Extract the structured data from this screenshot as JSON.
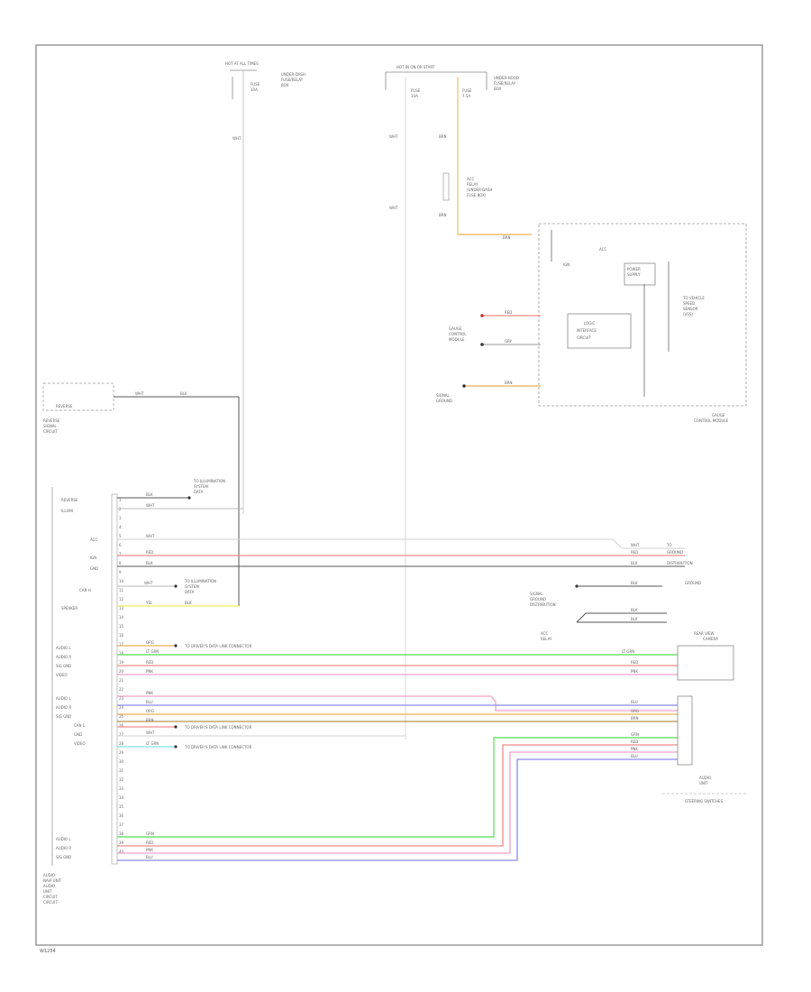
{
  "diagram": {
    "footer_code": "W1234",
    "labels": {
      "top_fuse1": "HOT AT ALL TIMES",
      "top_fuse1_a": "FUSE",
      "top_fuse1_b": "10A",
      "top_fuse1_desc1": "UNDER-DASH",
      "top_fuse1_desc2": "FUSE/RELAY",
      "top_fuse1_desc3": "BOX",
      "top_fuse2": "HOT IN ON OR START",
      "top_fuse2_a": "FUSE",
      "top_fuse2_b": "10A",
      "top_fuse2_c": "FUSE",
      "top_fuse2_d": "7.5A",
      "top_fuse2_desc1": "UNDER-HOOD",
      "top_fuse2_desc2": "FUSE/RELAY",
      "top_fuse2_desc3": "BOX",
      "relay_desc1": "ACC",
      "relay_desc2": "RELAY",
      "relay_desc3": "(UNDER-DASH",
      "relay_desc4": "FUSE BOX)",
      "wire_wht": "WHT",
      "wire_blu": "BLU",
      "wire_grn": "GRN",
      "wire_yel": "YEL",
      "wire_red": "RED",
      "wire_pnk": "PNK",
      "wire_brn": "BRN",
      "wire_gry": "GRY",
      "wire_ltgrn": "LT GRN",
      "wire_blk": "BLK",
      "wire_org": "ORG",
      "ctrl_unit1": "GAUGE",
      "ctrl_unit2": "CONTROL MODULE",
      "ctrl_a": "IGN",
      "ctrl_b": "ACC",
      "ctrl_c": "POWER",
      "ctrl_d": "SUPPLY",
      "ctrl_e": "LOGIC",
      "ctrl_f": "INTERFACE",
      "ctrl_g": "CIRCUIT",
      "ctrl_side1": "TO VEHICLE",
      "ctrl_side2": "SPEED",
      "ctrl_side3": "SENSOR",
      "ctrl_side4": "(VSS)",
      "left_comp1": "AUDIO-",
      "left_comp2": "NAVI UNIT",
      "left_comp3": "AUDIO",
      "left_comp4": "UNIT",
      "left_comp5": "CIRCUIT",
      "left_sw1": "REVERSE",
      "left_sw2": "SIGNAL",
      "left_sw3": "CIRCUIT",
      "left_to1": "TO ILLUMINATION",
      "left_to2": "SYSTEM",
      "left_to3": "DATA",
      "right_conn1": "REAR VIEW",
      "right_conn2": "CAMERA",
      "right_conn3": "AUDIO",
      "right_conn4": "UNIT",
      "bottom_conn": "STEERING SWITCHES",
      "right_lbl1": "TO",
      "right_lbl2": "GROUND",
      "right_lbl3": "DISTRIBUTION",
      "mid_note1": "TO DRIVER'S DATA LINK CONNECTOR",
      "mid_note2": "TO DRIVER'S DATA LINK CONNECTOR",
      "mid_note3": "TO DRIVER'S DATA LINK CONNECTOR",
      "gauge_lbl1": "GAUGE",
      "gauge_lbl2": "CONTROL",
      "gauge_lbl3": "MODULE",
      "sens_lbl1": "SIGNAL",
      "sens_lbl2": "GROUND",
      "pin_aud_l": "AUDIO L",
      "pin_aud_r": "AUDIO R",
      "pin_sig_gnd": "SIG GND",
      "pin_video": "VIDEO",
      "pin_ilt": "ILLUMI",
      "pin_rev": "REVERSE",
      "pin_spk": "SPEAKER",
      "pin_ign": "IGN",
      "pin_acc": "ACC",
      "pin_gnd": "GND",
      "pin_can_h": "CAN H",
      "pin_can_l": "CAN L"
    },
    "pins": [
      "1",
      "2",
      "3",
      "4",
      "5",
      "6",
      "7",
      "8",
      "9",
      "10",
      "11",
      "12",
      "13",
      "14",
      "15",
      "16",
      "17",
      "18",
      "19",
      "20",
      "21",
      "22",
      "23",
      "24",
      "25",
      "26",
      "27",
      "28",
      "29",
      "30",
      "31",
      "32",
      "33",
      "34",
      "35",
      "36",
      "37",
      "38",
      "39",
      "40"
    ]
  },
  "colors": {
    "green": "#6fe36f",
    "red": "#f08a8a",
    "pink": "#f0a0c8",
    "blue": "#8a8af0",
    "yellow": "#f0f070",
    "orange": "#e8b050",
    "brown": "#b89050",
    "gray": "#9a9a9a",
    "ltgray": "#d0d0d0",
    "cyan": "#80e0e0",
    "black": "#555555",
    "frame": "#9a9a9a"
  }
}
